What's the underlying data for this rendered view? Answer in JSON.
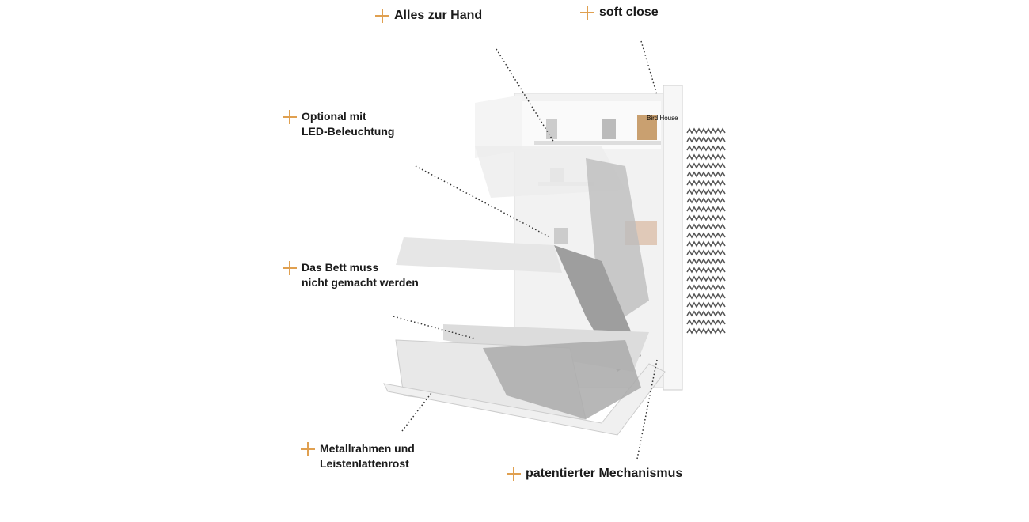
{
  "features": [
    {
      "lines": [
        "Alles zur Hand"
      ]
    },
    {
      "lines": [
        "soft close"
      ]
    },
    {
      "lines": [
        "Optional mit",
        "LED-Beleuchtung"
      ]
    },
    {
      "lines": [
        "Das Bett muss",
        "nicht gemacht werden"
      ]
    },
    {
      "lines": [
        "Metallrahmen und",
        "Leistenlattenrost"
      ]
    },
    {
      "lines": [
        "patentierter Mechanismus"
      ]
    }
  ],
  "product_image": {
    "book_title": "Bird House"
  },
  "colors": {
    "accent": "#e0a050",
    "text": "#1a1a1a"
  }
}
